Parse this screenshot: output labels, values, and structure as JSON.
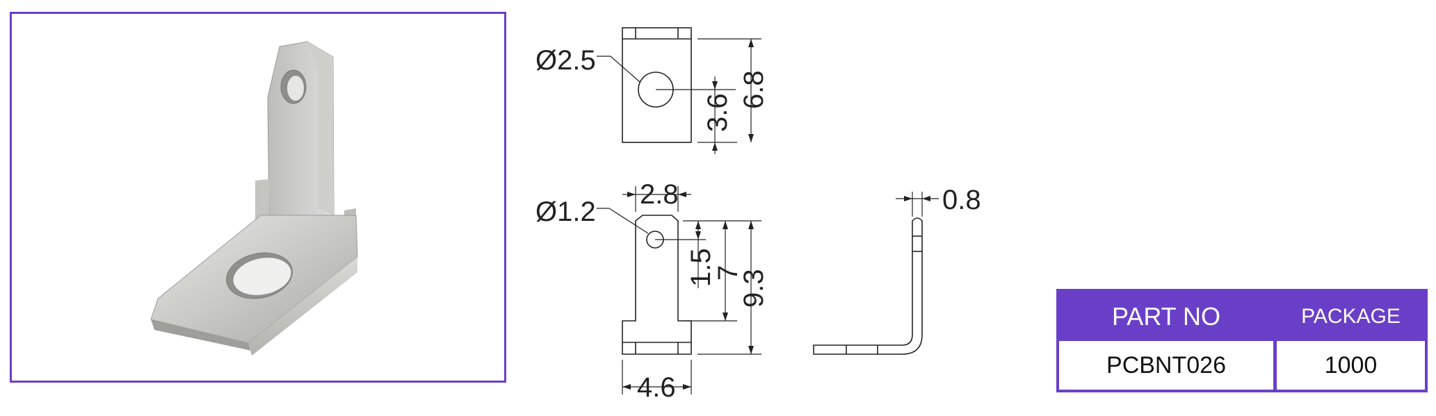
{
  "drawing": {
    "front_view": {
      "hole_diameter": "Ø2.5",
      "hole_center_height": "3.6",
      "tab_height": "6.8"
    },
    "side_view": {
      "hole_diameter": "Ø1.2",
      "tab_width": "2.8",
      "hole_center_offset": "1.5",
      "tab_length": "7",
      "total_height": "9.3",
      "base_width": "4.6"
    },
    "profile_view": {
      "thickness": "0.8"
    }
  },
  "table": {
    "header_part": "PART NO",
    "header_package": "PACKAGE",
    "part_no": "PCBNT026",
    "package": "1000"
  },
  "colors": {
    "accent": "#6a3fc8"
  }
}
